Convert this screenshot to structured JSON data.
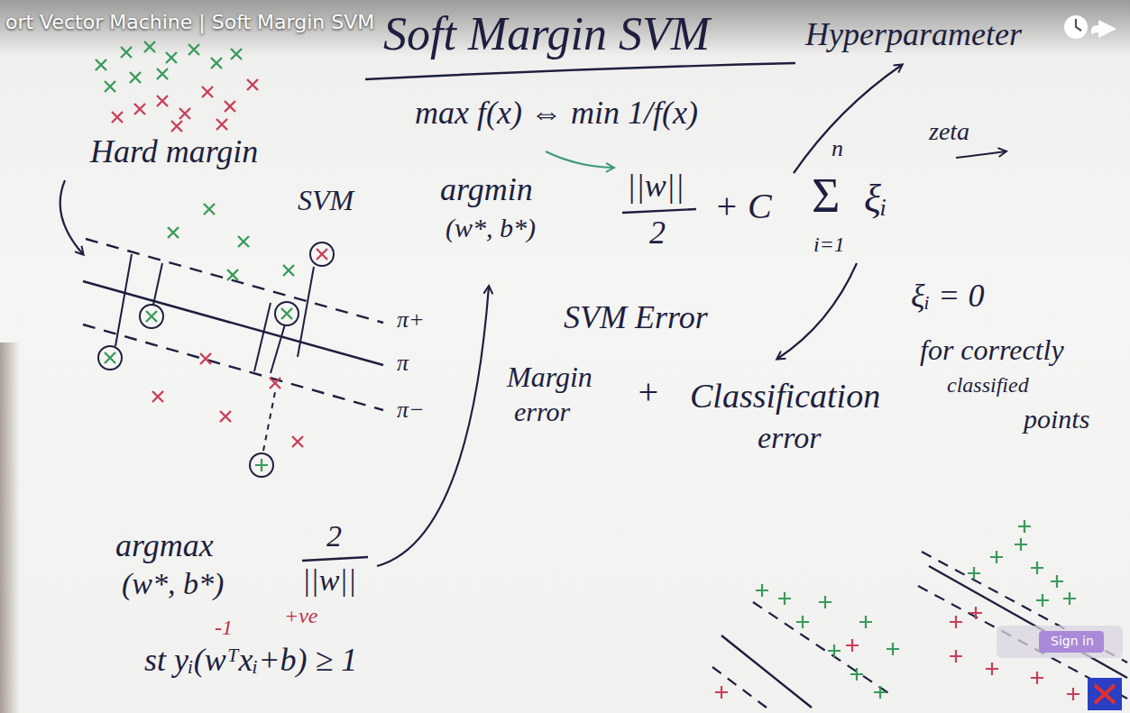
{
  "diagram": {
    "title": "Soft Margin SVM",
    "labels": [
      "ort Vector Machine | Soft Margin SVM",
      "Hyperparameter",
      "max f(x) ⇔ min 1/f(x)",
      "argmin",
      "(w*, b*)",
      "||w||",
      "2",
      "+ C",
      "n",
      "Σ",
      "ξᵢ",
      "i=1",
      "zeta",
      "SVM Error",
      "ξᵢ = 0",
      "for correctly",
      "classified",
      "points",
      "Margin",
      "error",
      "+",
      "Classification",
      "error",
      "Hard margin",
      "SVM",
      "π+",
      "π",
      "π−",
      "argmax",
      "(w*, b*)",
      "2",
      "||w||",
      "-1",
      "+ve",
      "st yᵢ(wᵀxᵢ+b) ≥ 1",
      "Sign in"
    ]
  }
}
